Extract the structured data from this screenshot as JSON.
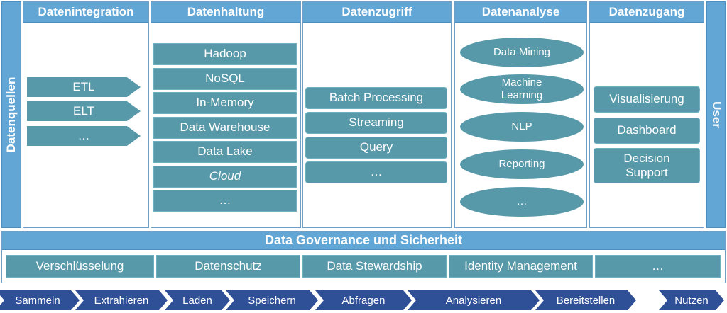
{
  "left_bar": {
    "label": "Datenquellen"
  },
  "right_bar": {
    "label": "User"
  },
  "columns": [
    {
      "title": "Datenintegration",
      "items": [
        "ETL",
        "ELT",
        "…"
      ]
    },
    {
      "title": "Datenhaltung",
      "items": [
        "Hadoop",
        "NoSQL",
        "In-Memory",
        "Data Warehouse",
        "Data Lake",
        "Cloud",
        "…"
      ]
    },
    {
      "title": "Datenzugriff",
      "items": [
        "Batch Processing",
        "Streaming",
        "Query",
        "…"
      ]
    },
    {
      "title": "Datenanalyse",
      "items": [
        "Data Mining",
        "Machine Learning",
        "NLP",
        "Reporting",
        "…"
      ]
    },
    {
      "title": "Datenzugang",
      "items": [
        "Visualisierung",
        "Dashboard",
        "Decision Support"
      ]
    }
  ],
  "governance": {
    "title": "Data Governance und Sicherheit",
    "items": [
      "Verschlüsselung",
      "Datenschutz",
      "Data Stewardship",
      "Identity Management",
      "…"
    ]
  },
  "process_steps": [
    "Sammeln",
    "Extrahieren",
    "Laden",
    "Speichern",
    "Abfragen",
    "Analysieren",
    "Bereitstellen",
    "Nutzen"
  ],
  "colors": {
    "header_blue": "#62a6d6",
    "item_teal": "#5899a9",
    "process_navy": "#2f4f97",
    "border": "#6f9fc4"
  }
}
